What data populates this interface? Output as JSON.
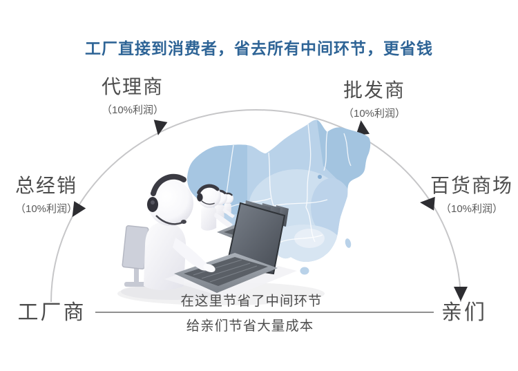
{
  "title": {
    "text": "工厂直接到消费者，省去所有中间环节，更省钱"
  },
  "nodes": {
    "agent": {
      "label": "代理商",
      "profit": "（10%利润）"
    },
    "wholesaler": {
      "label": "批发商",
      "profit": "（10%利润）"
    },
    "distributor": {
      "label": "总经销",
      "profit": "（10%利润）"
    },
    "department_store": {
      "label": "百货商场",
      "profit": "（10%利润）"
    },
    "factory": {
      "label": "工厂商"
    },
    "customers": {
      "label": "亲们"
    }
  },
  "direct_path": {
    "line1": "在这里节省了中间环节",
    "line2": "给亲们节省大量成本"
  },
  "icons": {
    "map": "china-map",
    "agents": "call-center-agents",
    "monitor": "desktop-monitor",
    "arrowheads": "arc-arrowhead"
  },
  "colors": {
    "title": "#2e6496",
    "label": "#4d4d4d",
    "profit": "#595959",
    "arc": "#c6c6c8",
    "arrow": "#2d2d31",
    "direct_line": "#8f8f8f",
    "map_base": "#b9d2e9"
  }
}
